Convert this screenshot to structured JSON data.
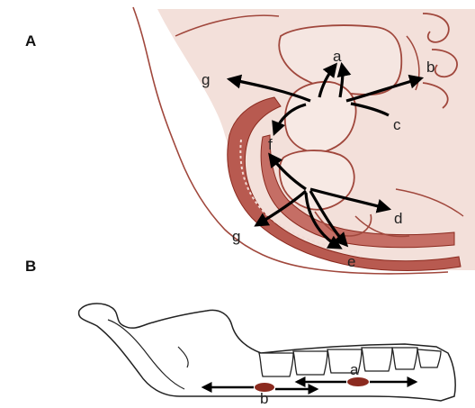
{
  "panels": {
    "a": {
      "label": "A"
    },
    "b": {
      "label": "B"
    }
  },
  "labels_A": {
    "a": "a",
    "b": "b",
    "c": "c",
    "d": "d",
    "e": "e",
    "f": "f",
    "g_upper": "g",
    "g_lower": "g"
  },
  "labels_B": {
    "a": "a",
    "b": "b"
  },
  "colors": {
    "bone": "#a0473c",
    "tissue": "#b85a50",
    "fill": "#f1d9d3",
    "arrow": "#000000",
    "focus": "#8b2a1f"
  }
}
